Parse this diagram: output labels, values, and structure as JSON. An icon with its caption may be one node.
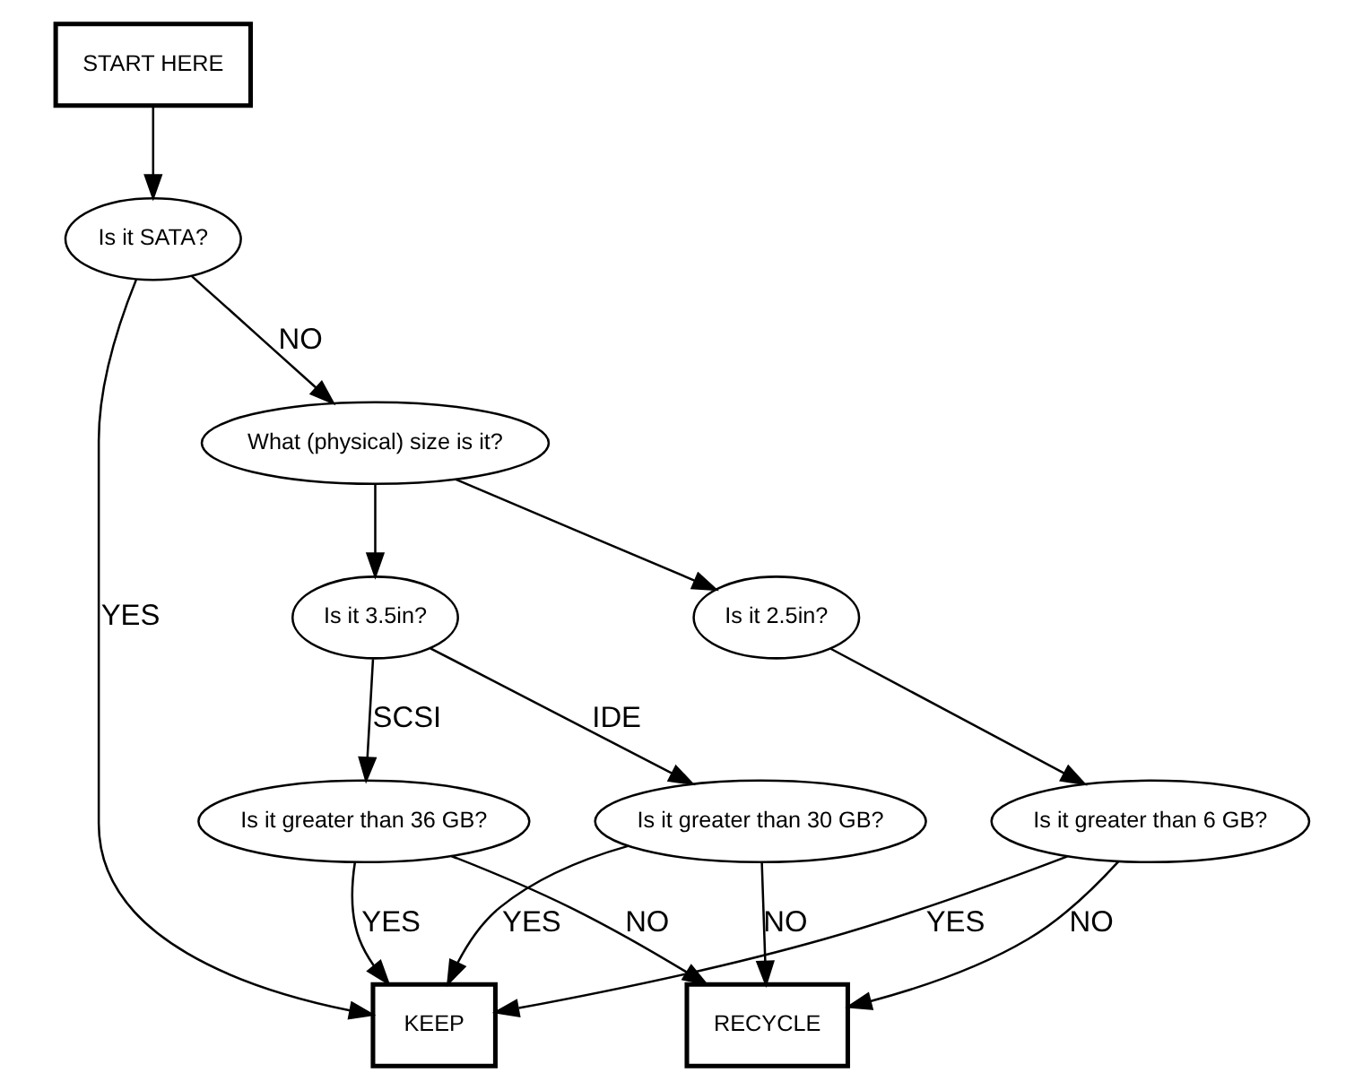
{
  "diagram": {
    "nodes": [
      {
        "text": [
          "START HERE"
        ]
      },
      {
        "text": [
          "Is it SATA?"
        ]
      },
      {
        "text": [
          "What (physical) size is it?"
        ]
      },
      {
        "text": [
          "Is it 3.5in?"
        ]
      },
      {
        "text": [
          "Is it 2.5in?"
        ]
      },
      {
        "text": [
          "Is it greater than 36 GB?"
        ]
      },
      {
        "text": [
          "Is it greater than 30 GB?"
        ]
      },
      {
        "text": [
          "Is it greater than 6 GB?"
        ]
      },
      {
        "text": [
          "KEEP"
        ]
      },
      {
        "text": [
          "RECYCLE"
        ]
      }
    ],
    "edges": [
      {
        "from": 0,
        "to": 1,
        "arrow": "to"
      },
      {
        "from": 1,
        "to": 8,
        "arrow": "to",
        "label": "YES"
      },
      {
        "from": 1,
        "to": 2,
        "arrow": "to",
        "label": "NO"
      },
      {
        "from": 2,
        "to": 3,
        "arrow": "to"
      },
      {
        "from": 2,
        "to": 4,
        "arrow": "to"
      },
      {
        "from": 3,
        "to": 5,
        "arrow": "to",
        "label": "SCSI"
      },
      {
        "from": 3,
        "to": 6,
        "arrow": "to",
        "label": "IDE"
      },
      {
        "from": 4,
        "to": 7,
        "arrow": "to"
      },
      {
        "from": 5,
        "to": 8,
        "arrow": "to",
        "label": "YES"
      },
      {
        "from": 5,
        "to": 9,
        "arrow": "to",
        "label": "NO"
      },
      {
        "from": 6,
        "to": 8,
        "arrow": "to",
        "label": "YES"
      },
      {
        "from": 6,
        "to": 9,
        "arrow": "to",
        "label": "NO"
      },
      {
        "from": 7,
        "to": 8,
        "arrow": "to",
        "label": "YES"
      },
      {
        "from": 7,
        "to": 9,
        "arrow": "to",
        "label": "NO"
      }
    ]
  }
}
